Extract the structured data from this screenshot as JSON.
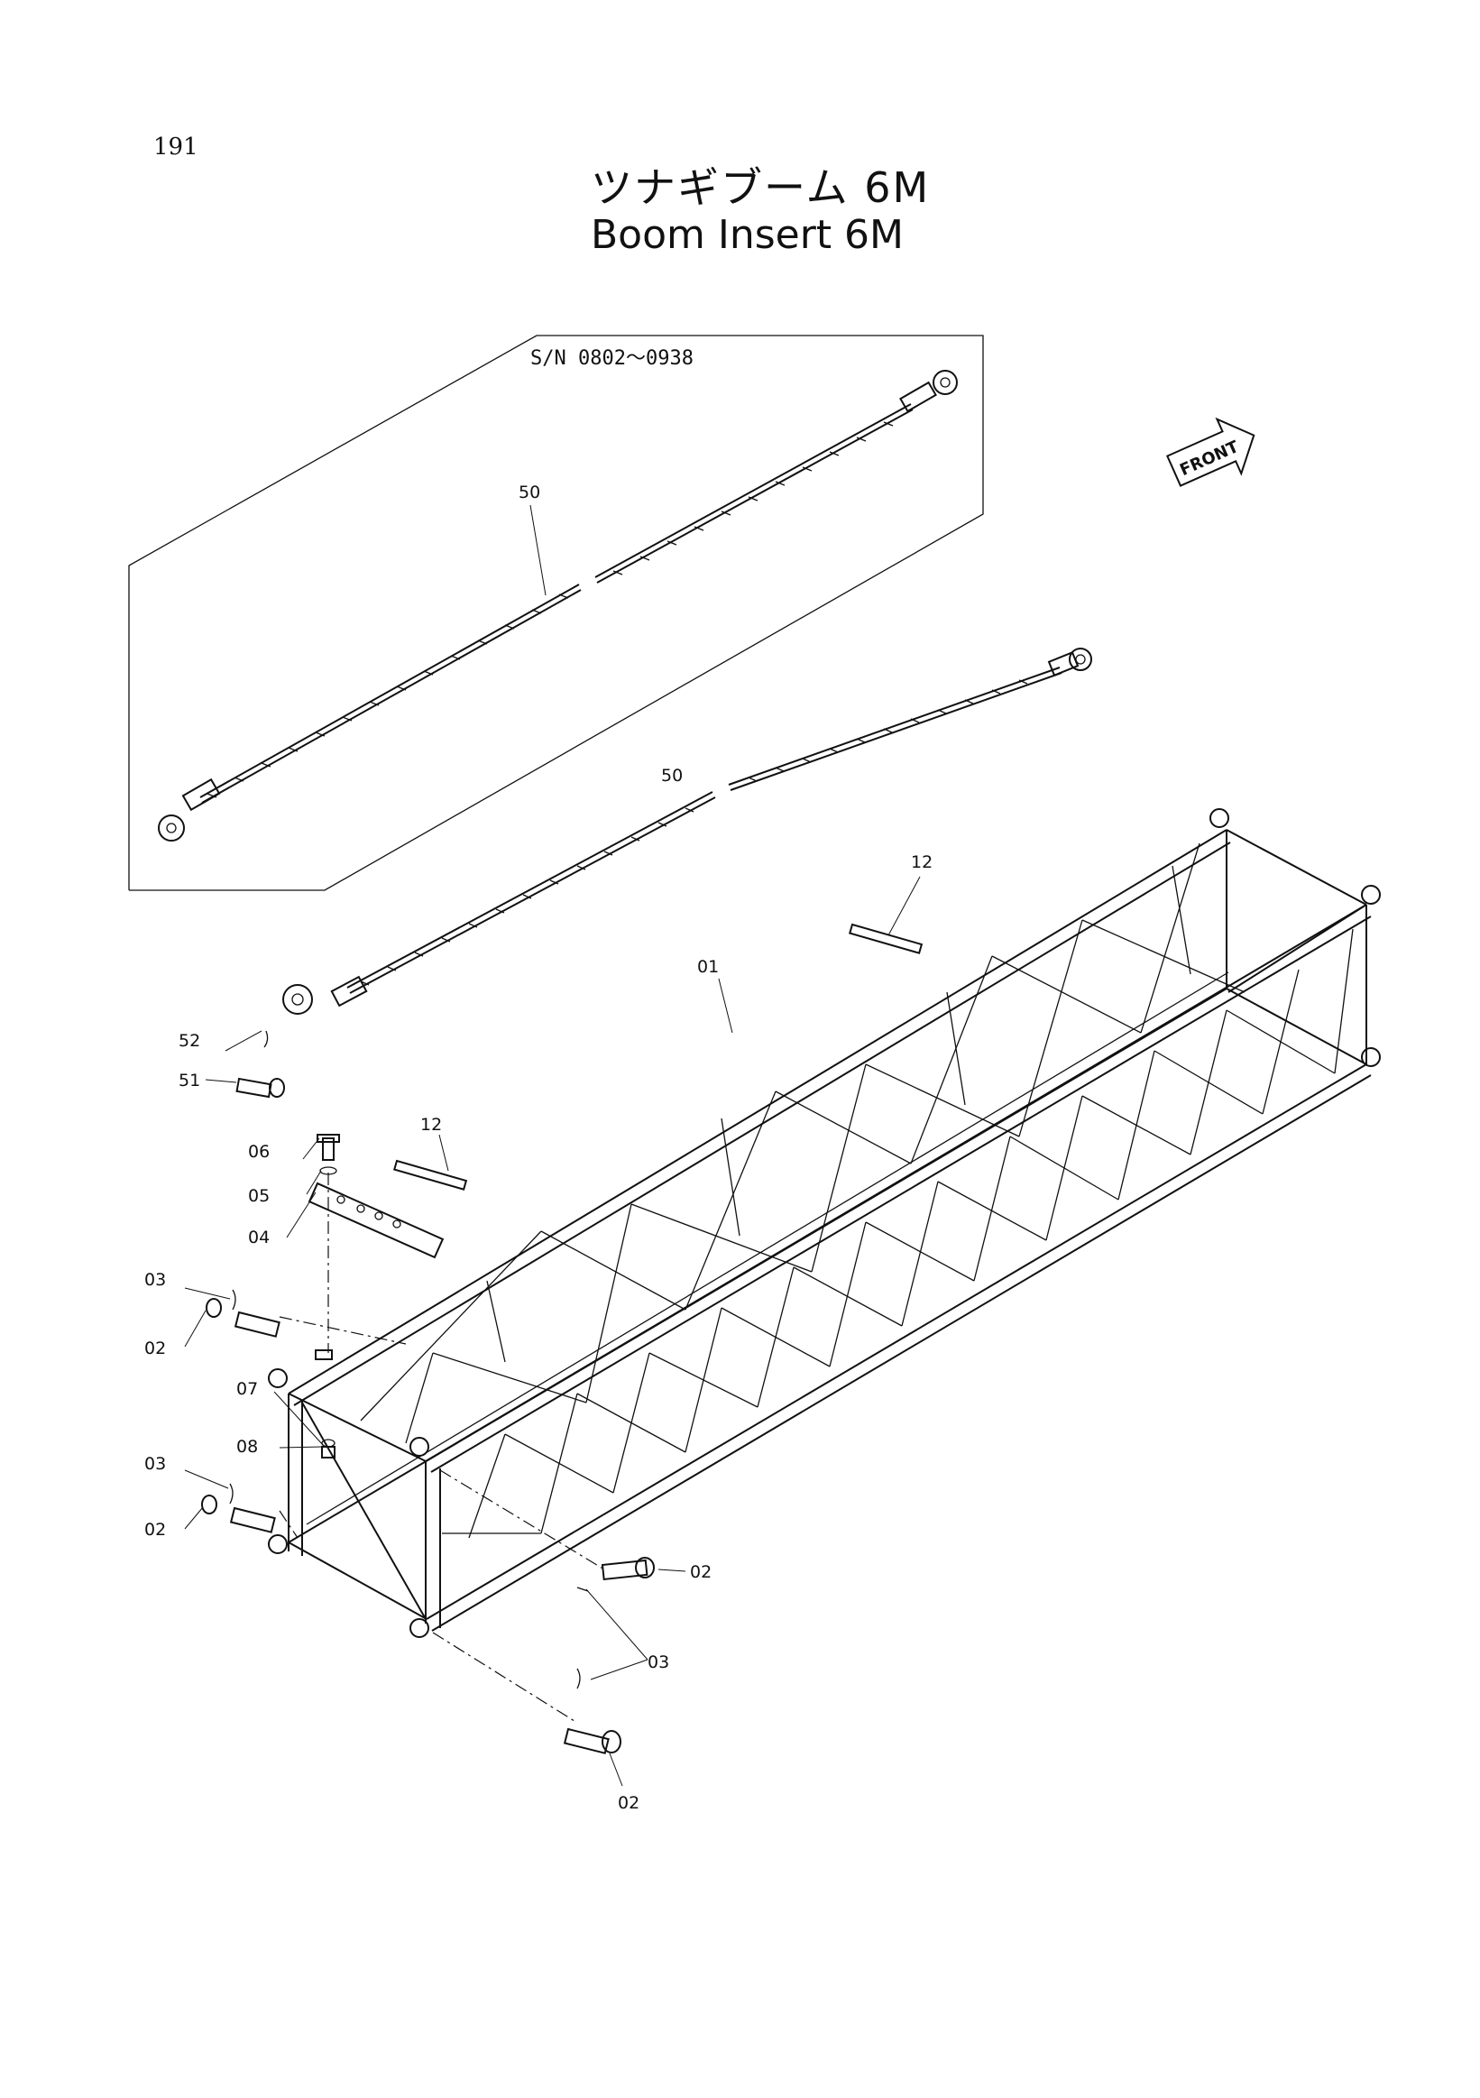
{
  "page": {
    "number": "191"
  },
  "title": {
    "japanese": "ツナギブーム 6M",
    "english": "Boom Insert 6M"
  },
  "inset": {
    "serial_range": "S/N 0802～0938",
    "part_label": "50"
  },
  "front_arrow": {
    "label": "FRONT"
  },
  "callouts": {
    "boom": "01",
    "pin_upper_left": "02",
    "pin_lower_left": "02",
    "pin_right": "02",
    "pin_bottom": "02",
    "clip_upper_left": "03",
    "clip_lower_left": "03",
    "clip_right": "03",
    "bracket": "04",
    "washer": "05",
    "bolt": "06",
    "nut_07": "07",
    "nut_08": "08",
    "stud_upper": "12",
    "stud_lower": "12",
    "pendant": "50",
    "pin_51": "51",
    "clip_52": "52"
  }
}
